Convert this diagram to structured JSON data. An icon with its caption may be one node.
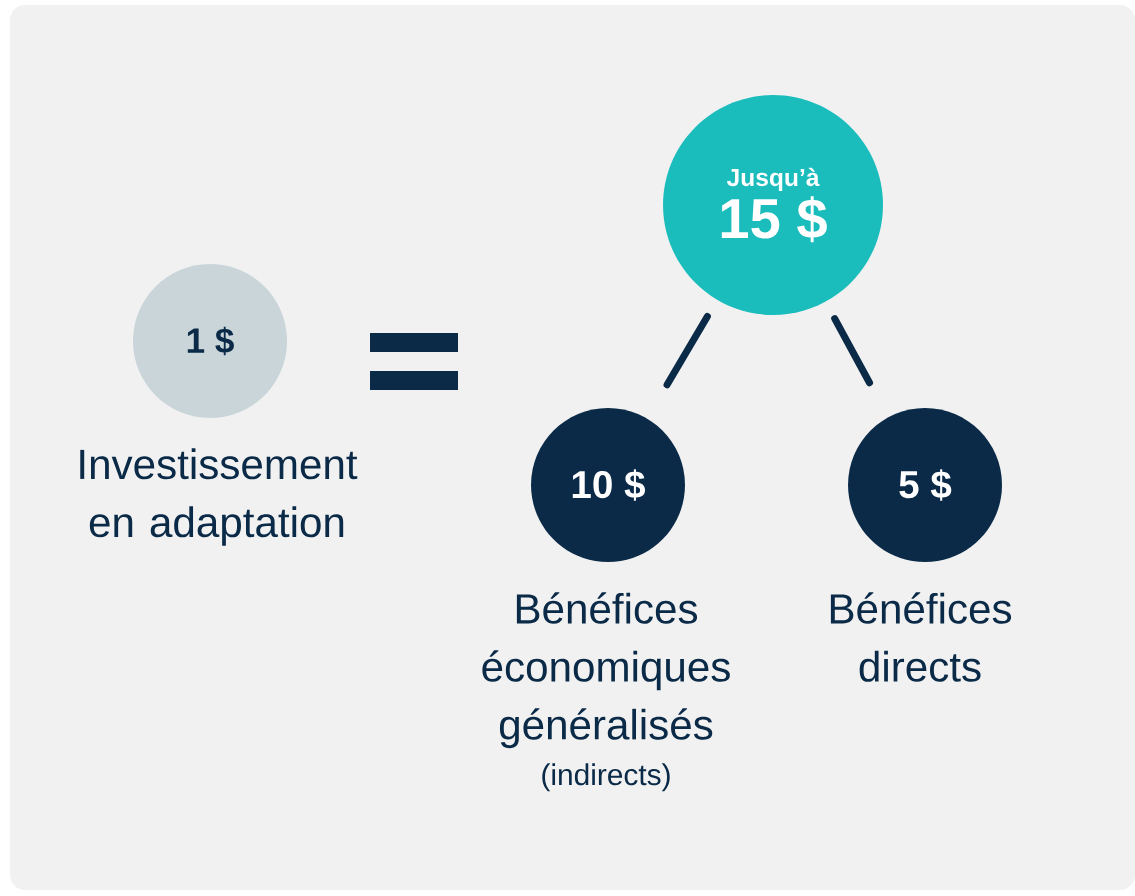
{
  "diagram": {
    "nodes": [
      {
        "text": [
          "1 $"
        ],
        "beside": [
          "Investissement en adaptation"
        ]
      },
      {
        "text": [
          "Jusqu’à",
          "15 $"
        ]
      },
      {
        "text": [
          "10 $"
        ],
        "beside": [
          "Bénéfices économiques généralisés",
          "(indirects)"
        ]
      },
      {
        "text": [
          "5 $"
        ],
        "beside": [
          "Bénéfices directs"
        ]
      }
    ],
    "edges": [
      {
        "from": 1,
        "to": 2,
        "arrow": "none"
      },
      {
        "from": 1,
        "to": 3,
        "arrow": "none"
      }
    ]
  }
}
